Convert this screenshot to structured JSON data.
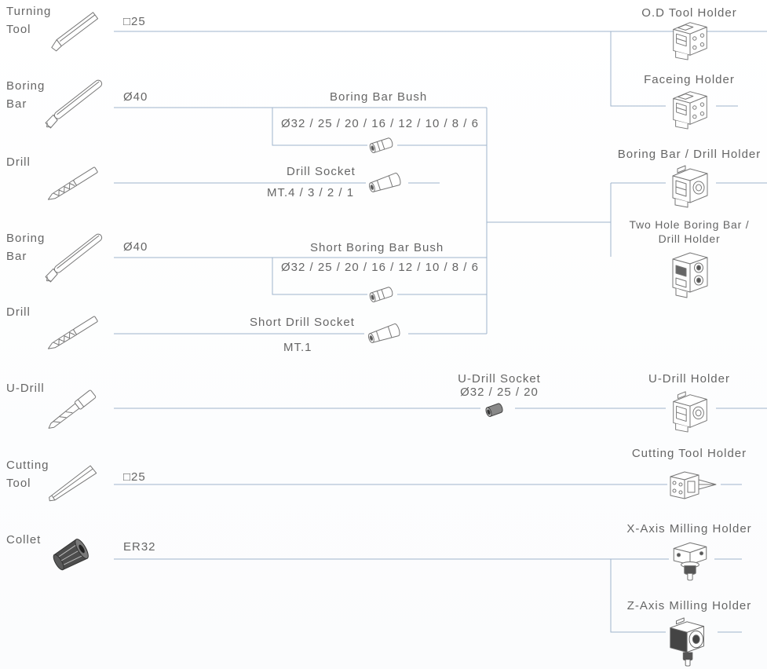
{
  "colors": {
    "line": "#9fb4cc",
    "text": "#666666",
    "icon": "#777777"
  },
  "tools": [
    {
      "name_lines": [
        "Turning",
        "Tool"
      ],
      "spec": "□25",
      "icon": "turning-tool-icon"
    },
    {
      "name_lines": [
        "Boring",
        "Bar"
      ],
      "spec": "Ø40",
      "icon": "boring-bar-icon"
    },
    {
      "name_lines": [
        "Drill"
      ],
      "icon": "drill-icon"
    },
    {
      "name_lines": [
        "Boring",
        "Bar"
      ],
      "spec": "Ø40",
      "icon": "boring-bar-icon"
    },
    {
      "name_lines": [
        "Drill"
      ],
      "icon": "drill-icon"
    },
    {
      "name_lines": [
        "U-Drill"
      ],
      "icon": "u-drill-icon"
    },
    {
      "name_lines": [
        "Cutting",
        "Tool"
      ],
      "spec": "□25",
      "icon": "cutting-tool-icon"
    },
    {
      "name_lines": [
        "Collet"
      ],
      "spec": "ER32",
      "icon": "collet-icon"
    }
  ],
  "adapters": [
    {
      "name": "Boring Bar Bush",
      "spec": "Ø32 / 25 / 20 / 16 / 12 / 10 / 8 / 6",
      "icon": "bush-icon"
    },
    {
      "name": "Drill Socket",
      "spec": "MT.4 / 3 / 2 / 1",
      "icon": "socket-icon"
    },
    {
      "name": "Short Boring Bar Bush",
      "spec": "Ø32 / 25 / 20 / 16 / 12 / 10 / 8 / 6",
      "icon": "bush-icon"
    },
    {
      "name": "Short Drill Socket",
      "spec": "MT.1",
      "icon": "socket-icon"
    },
    {
      "name": "U-Drill Socket",
      "spec": "Ø32 / 25 / 20",
      "icon": "u-drill-socket-icon"
    }
  ],
  "holders": [
    {
      "name_lines": [
        "O.D Tool Holder"
      ],
      "icon": "holder-icon"
    },
    {
      "name_lines": [
        "Faceing Holder"
      ],
      "icon": "holder-icon"
    },
    {
      "name_lines": [
        "Boring Bar / Drill Holder"
      ],
      "icon": "holder-icon"
    },
    {
      "name_lines": [
        "Two Hole Boring Bar /",
        "Drill Holder"
      ],
      "icon": "holder-icon"
    },
    {
      "name_lines": [
        "U-Drill Holder"
      ],
      "icon": "holder-icon"
    },
    {
      "name_lines": [
        "Cutting Tool Holder"
      ],
      "icon": "holder-icon"
    },
    {
      "name_lines": [
        "X-Axis Milling Holder"
      ],
      "icon": "milling-holder-icon"
    },
    {
      "name_lines": [
        "Z-Axis Milling Holder"
      ],
      "icon": "milling-holder-icon"
    }
  ]
}
